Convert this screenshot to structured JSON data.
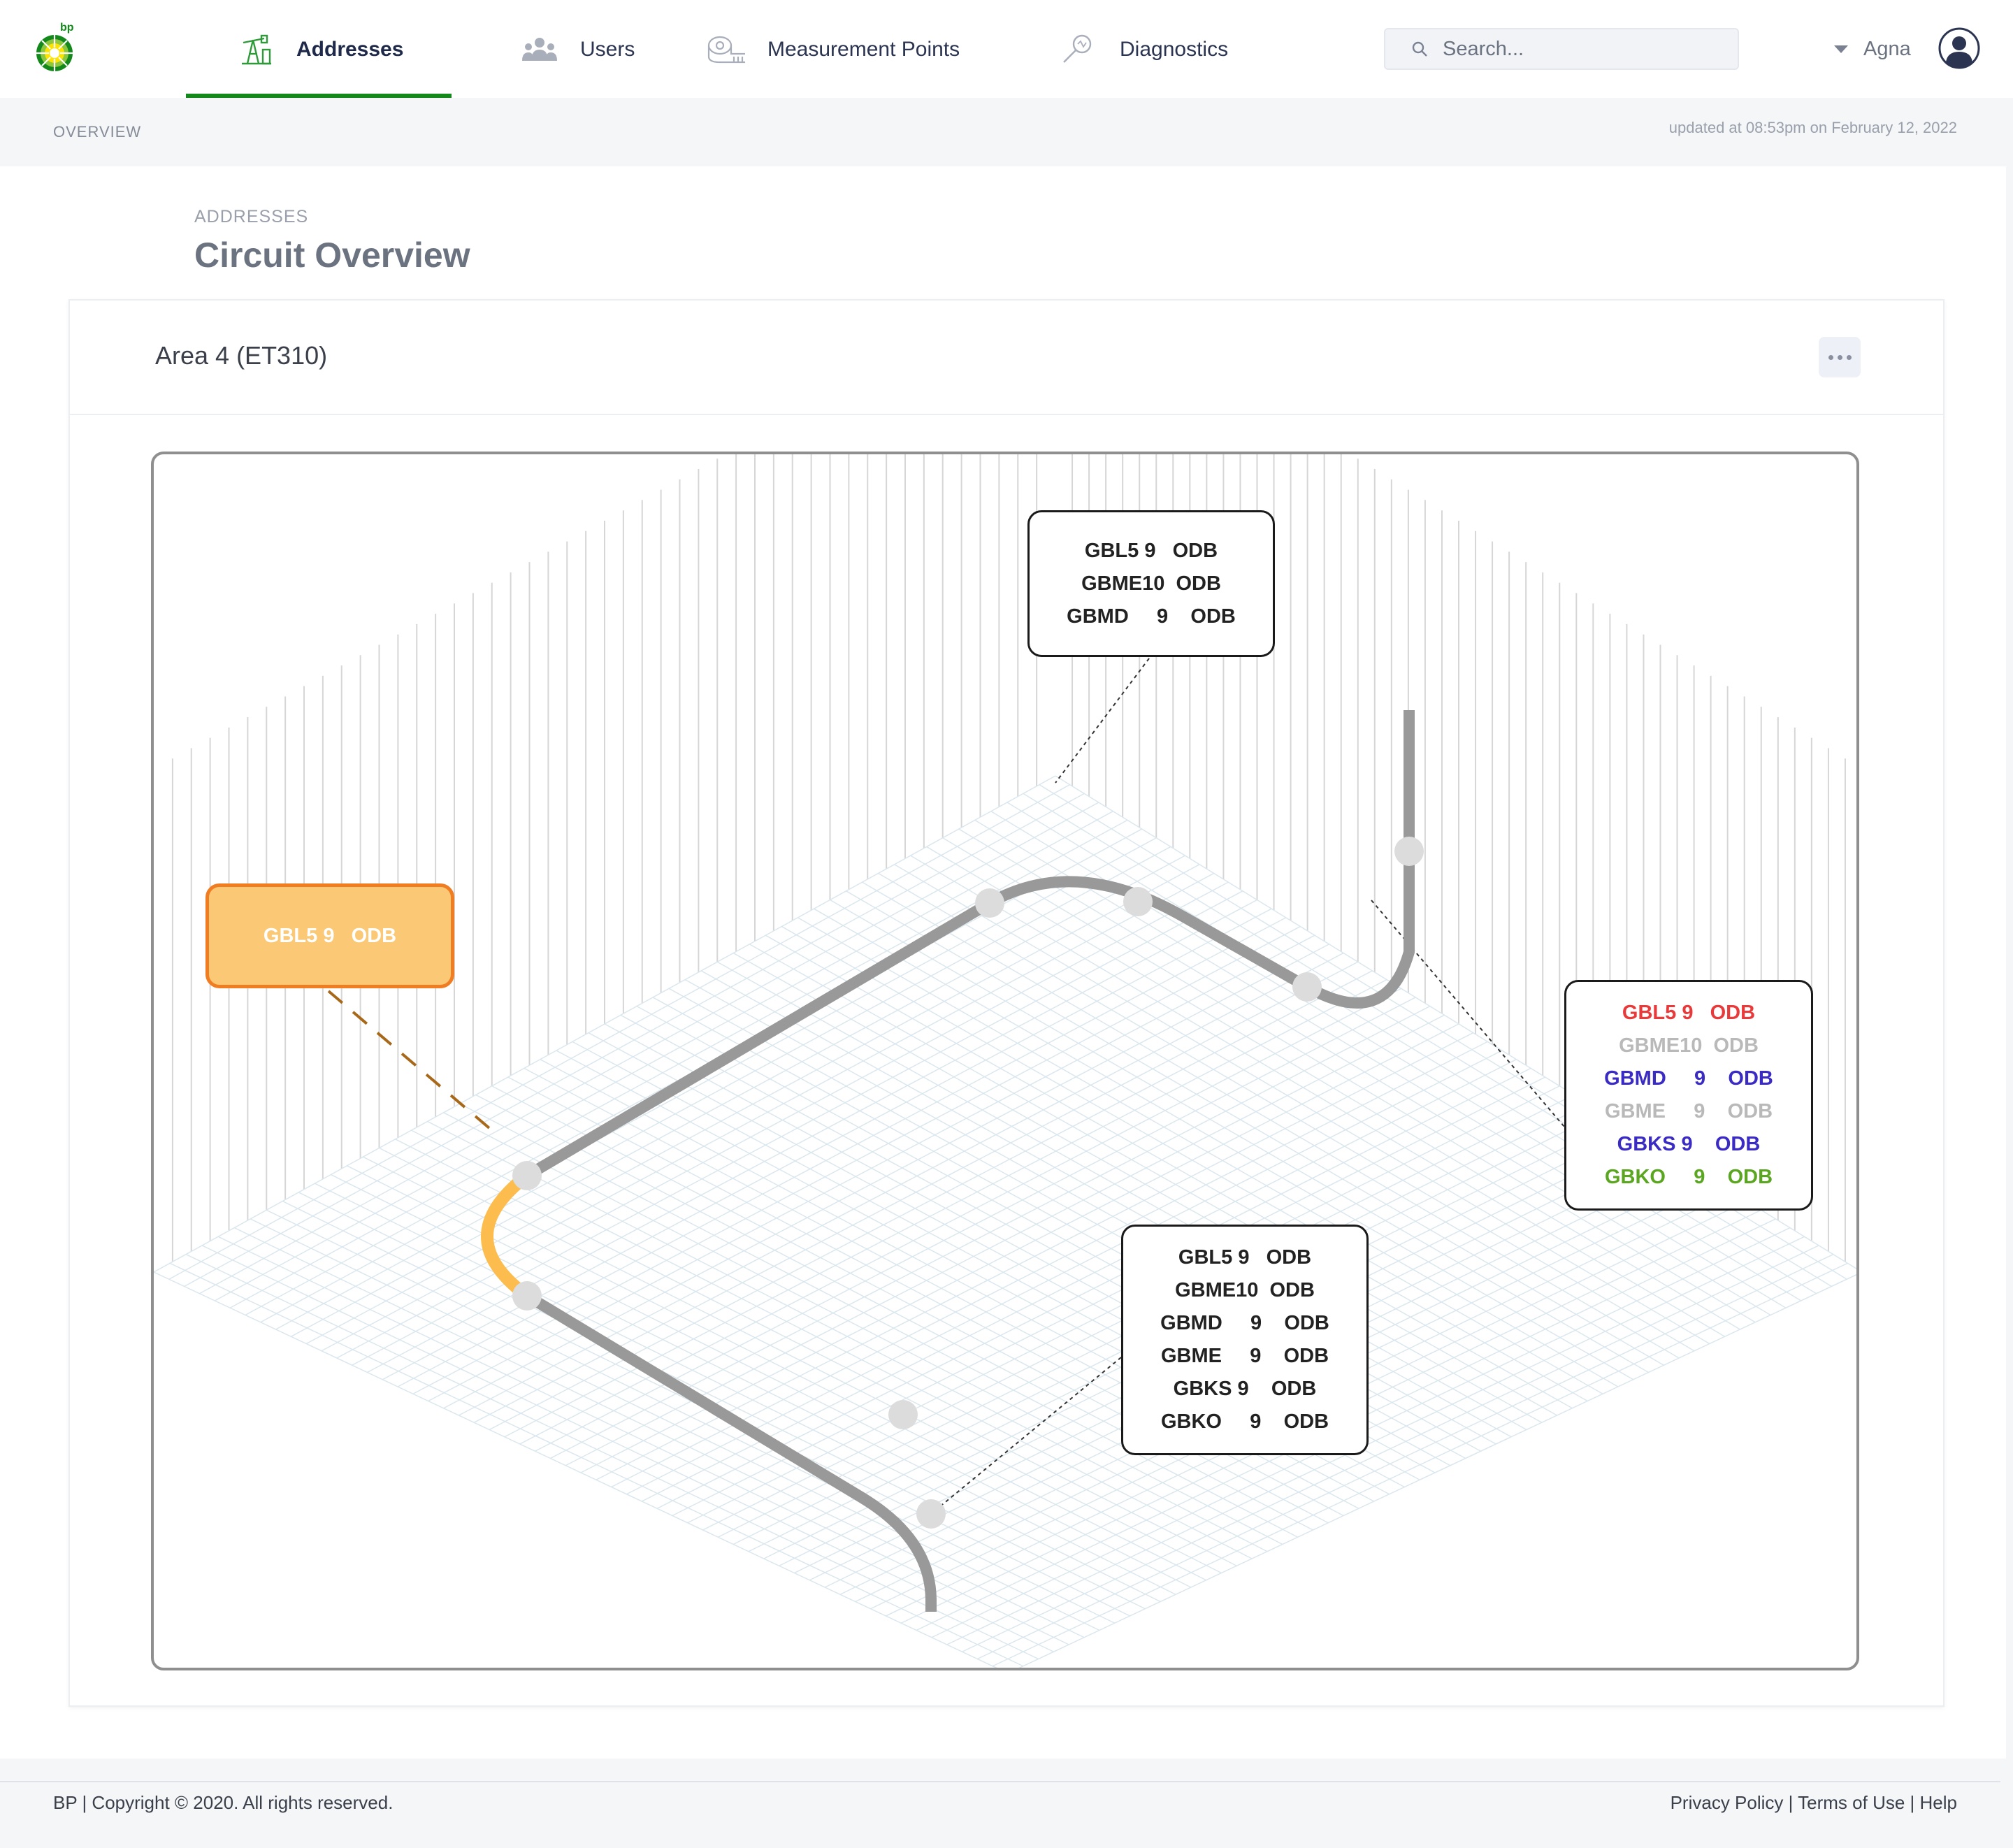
{
  "nav": {
    "items": [
      {
        "label": "Addresses",
        "icon": "pumpjack-icon",
        "active": true
      },
      {
        "label": "Users",
        "icon": "users-icon",
        "active": false
      },
      {
        "label": "Measurement Points",
        "icon": "meter-icon",
        "active": false
      },
      {
        "label": "Diagnostics",
        "icon": "magnifier-icon",
        "active": false
      }
    ],
    "search_placeholder": "Search...",
    "user_name": "Agna"
  },
  "subheader": {
    "breadcrumb": "OVERVIEW",
    "updated": "updated at 08:53pm on February 12, 2022"
  },
  "page": {
    "section_label": "ADDRESSES",
    "title": "Circuit Overview"
  },
  "card": {
    "title": "Area 4 (ET310)"
  },
  "diagram": {
    "tag_top": [
      "GBL5 9   ODB",
      "GBME10  ODB",
      "GBMD     9    ODB"
    ],
    "tag_highlight": "GBL5 9   ODB",
    "tag_right": [
      {
        "text": "GBL5 9   ODB",
        "color": "#e83a3a"
      },
      {
        "text": "GBME10  ODB",
        "color": "#b9b9b9"
      },
      {
        "text": "GBMD     9    ODB",
        "color": "#3a2bc4"
      },
      {
        "text": "GBME     9    ODB",
        "color": "#b9b9b9"
      },
      {
        "text": "GBKS 9    ODB",
        "color": "#3a2bc4"
      },
      {
        "text": "GBKO     9    ODB",
        "color": "#5aa620"
      }
    ],
    "tag_bottom": [
      "GBL5 9   ODB",
      "GBME10  ODB",
      "GBMD     9    ODB",
      "GBME     9    ODB",
      "GBKS 9    ODB",
      "GBKO     9    ODB"
    ]
  },
  "footer": {
    "copyright": "BP |  Copyright © 2020. All rights reserved.",
    "privacy": "Privacy Policy",
    "terms": "Terms of Use",
    "help": "Help"
  },
  "colors": {
    "accent": "#13891b",
    "highlight_fill": "#fbc876",
    "highlight_border": "#f07d22",
    "pipe": "#999999",
    "pipe_highlight": "#fcbd4e"
  }
}
